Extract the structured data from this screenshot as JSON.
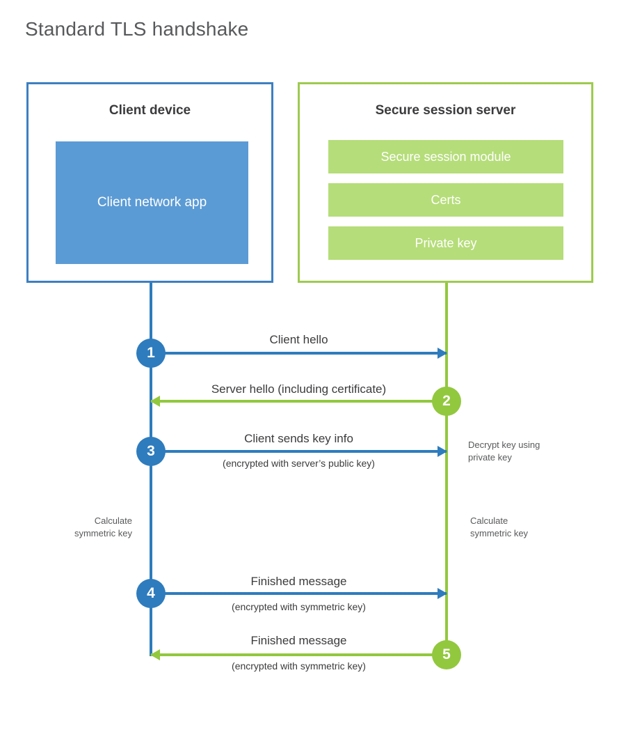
{
  "title": "Standard TLS handshake",
  "colors": {
    "client_accent": "#2e7cbd",
    "client_border": "#3d7fc1",
    "client_app_fill": "#5b9bd5",
    "server_accent": "#92c83e",
    "server_border": "#9ecb4f",
    "server_block_fill": "#b5dd79",
    "text": "#3b3b3d",
    "title_text": "#58595b"
  },
  "actors": {
    "client": {
      "title": "Client device",
      "app_label": "Client network app"
    },
    "server": {
      "title": "Secure session server",
      "components": [
        "Secure session module",
        "Certs",
        "Private key"
      ]
    }
  },
  "steps": [
    {
      "number": "1",
      "label": "Client hello",
      "sublabel": "",
      "direction": "client-to-server",
      "color": "#2e7cbd"
    },
    {
      "number": "2",
      "label": "Server hello (including certificate)",
      "sublabel": "",
      "direction": "server-to-client",
      "color": "#92c83e"
    },
    {
      "number": "3",
      "label": "Client sends key info",
      "sublabel": "(encrypted with server’s public key)",
      "direction": "client-to-server",
      "color": "#2e7cbd"
    },
    {
      "number": "4",
      "label": "Finished message",
      "sublabel": "(encrypted with symmetric key)",
      "direction": "client-to-server",
      "color": "#2e7cbd"
    },
    {
      "number": "5",
      "label": "Finished message",
      "sublabel": "(encrypted with symmetric key)",
      "direction": "server-to-client",
      "color": "#92c83e"
    }
  ],
  "annotations": {
    "server_decrypt": "Decrypt key using\nprivate key",
    "client_calculate": "Calculate\nsymmetric key",
    "server_calculate": "Calculate\nsymmetric key"
  }
}
